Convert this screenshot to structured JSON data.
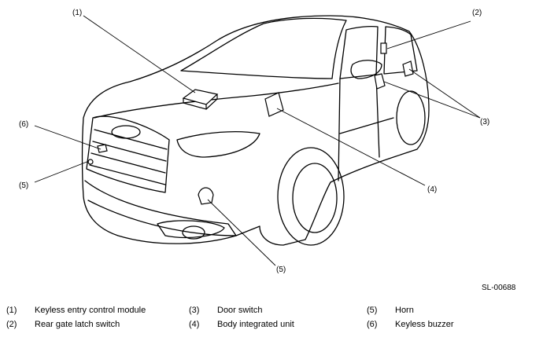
{
  "callouts": {
    "c1": "(1)",
    "c2": "(2)",
    "c3": "(3)",
    "c4": "(4)",
    "c5a": "(5)",
    "c5b": "(5)",
    "c6": "(6)"
  },
  "ref_code": "SL-00688",
  "legend": [
    {
      "num": "(1)",
      "label": "Keyless entry control module"
    },
    {
      "num": "(2)",
      "label": "Rear gate latch switch"
    },
    {
      "num": "(3)",
      "label": "Door switch"
    },
    {
      "num": "(4)",
      "label": "Body integrated unit"
    },
    {
      "num": "(5)",
      "label": "Horn"
    },
    {
      "num": "(6)",
      "label": "Keyless buzzer"
    }
  ]
}
